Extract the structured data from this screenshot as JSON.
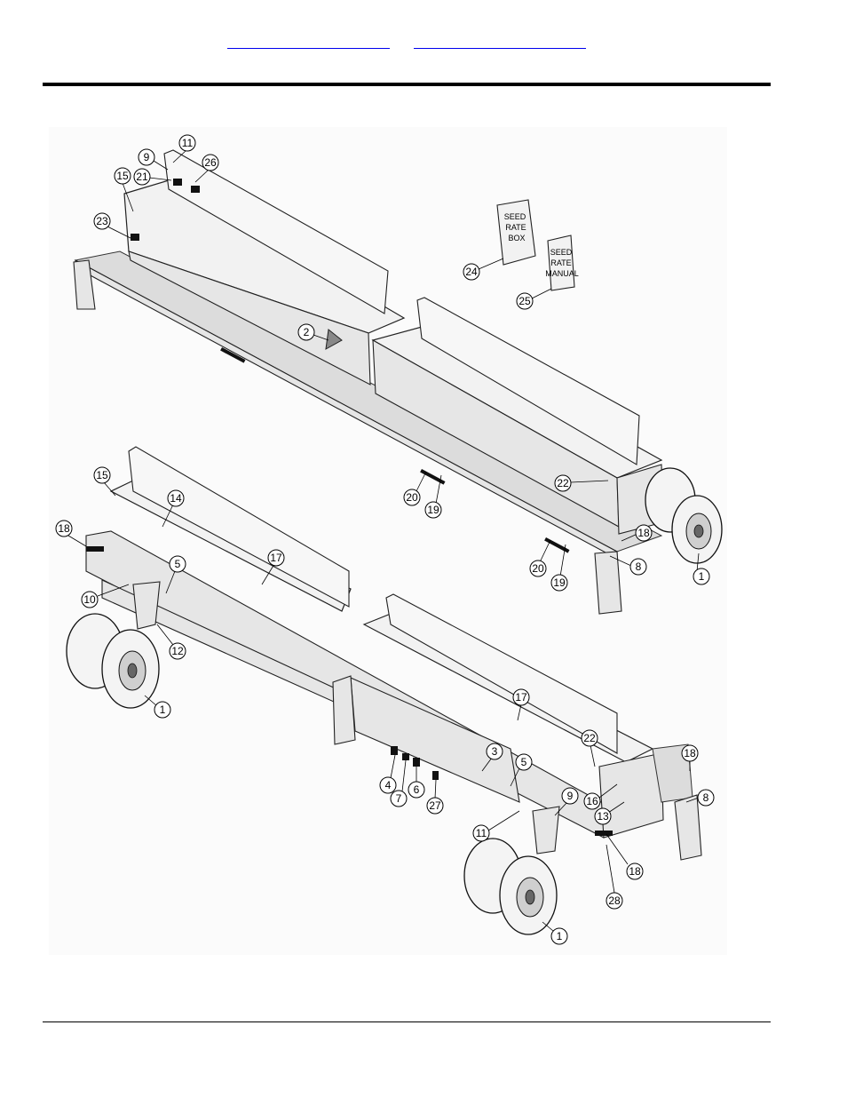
{
  "header": {
    "link_a": "",
    "link_b": ""
  },
  "decals": {
    "seed_rate_box": [
      "SEED",
      "RATE",
      "BOX"
    ],
    "seed_rate_manual": [
      "SEED",
      "RATE",
      "MANUAL"
    ]
  },
  "callouts": [
    "11",
    "9",
    "26",
    "21",
    "15",
    "23",
    "2",
    "24",
    "25",
    "22",
    "20",
    "19",
    "20",
    "19",
    "18",
    "8",
    "1",
    "15",
    "14",
    "18",
    "17",
    "5",
    "10",
    "12",
    "1",
    "17",
    "22",
    "3",
    "5",
    "4",
    "7",
    "6",
    "27",
    "9",
    "11",
    "16",
    "13",
    "18",
    "8",
    "18",
    "28",
    "1"
  ]
}
